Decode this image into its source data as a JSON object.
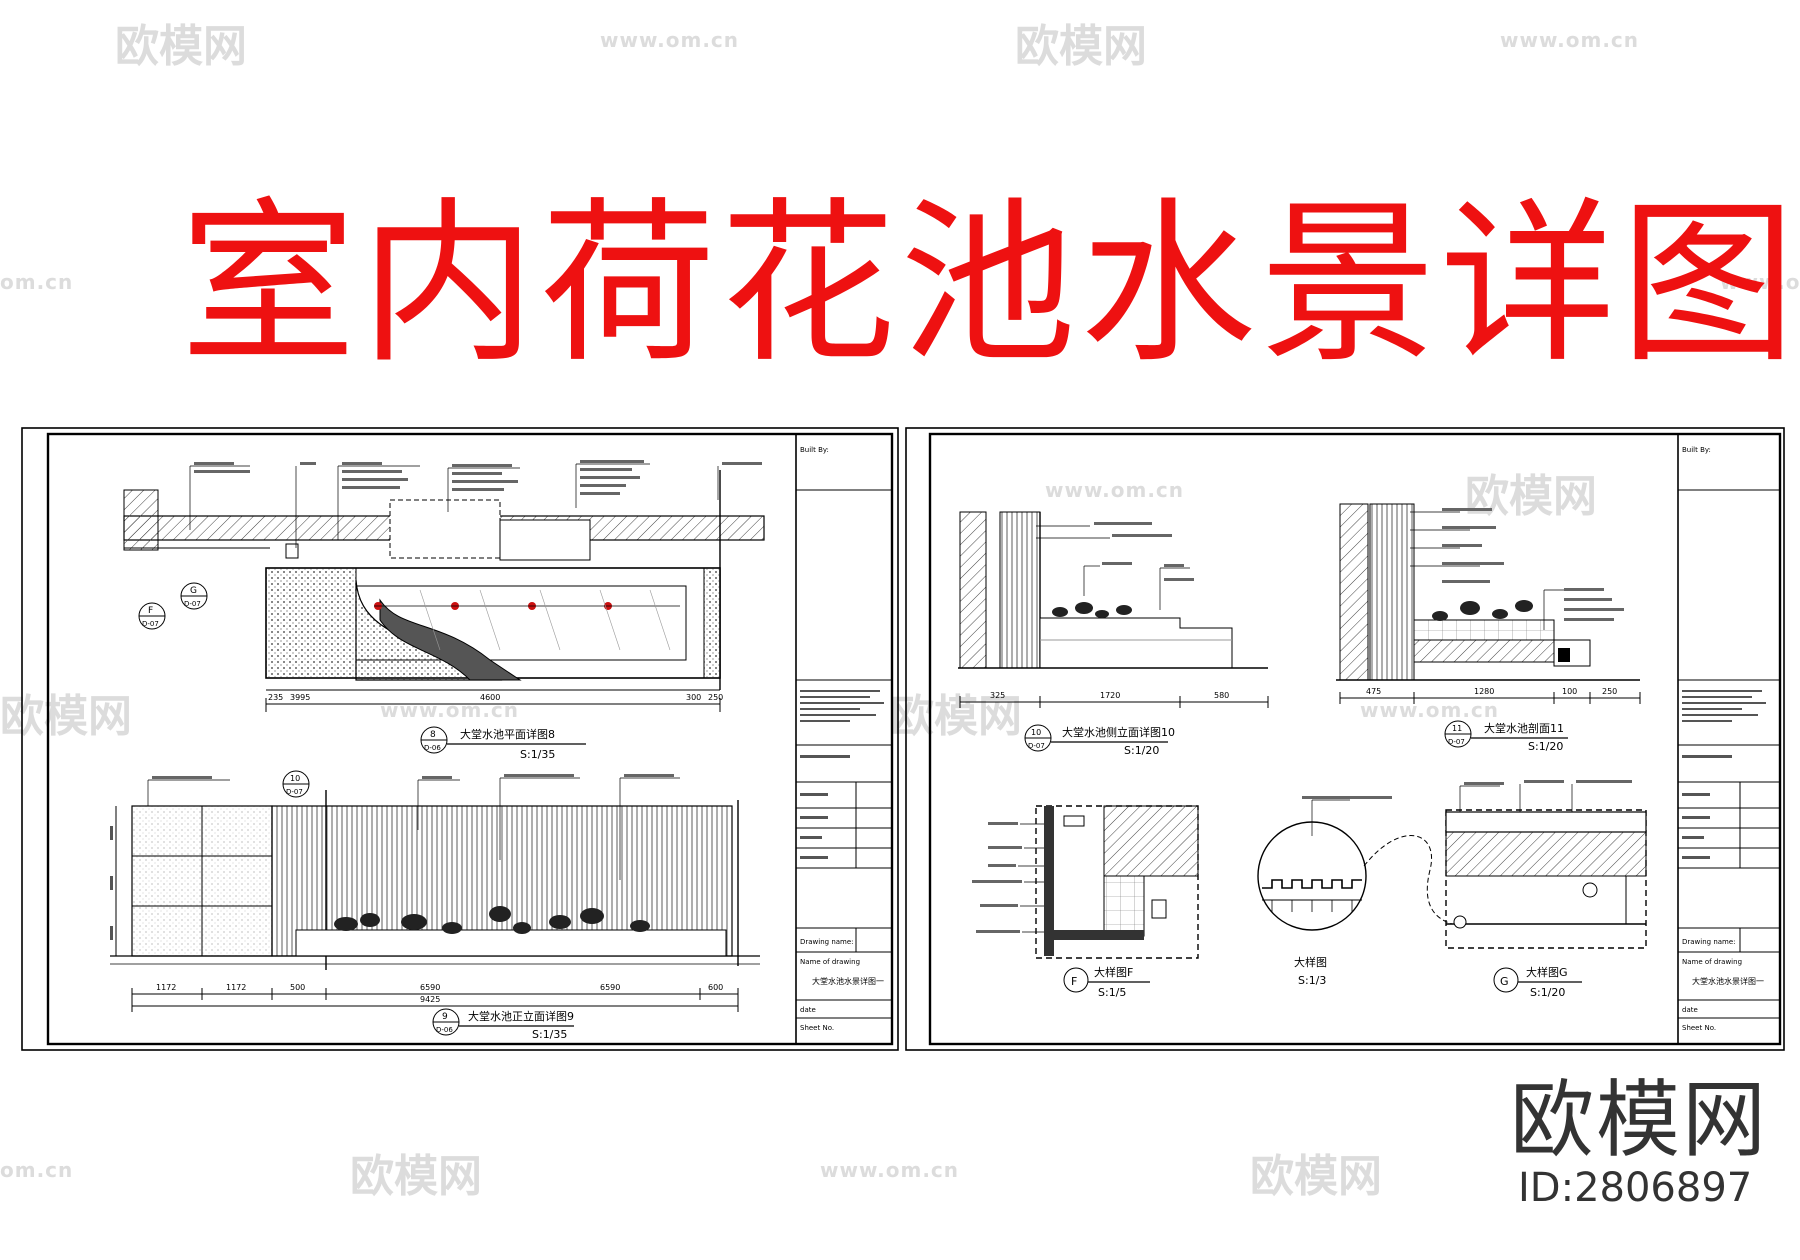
{
  "title": "室内荷花池水景详图",
  "brand": {
    "name": "欧模网",
    "id": "ID:2806897"
  },
  "watermark": {
    "logo": "欧模网",
    "url": "www.om.cn",
    "partial_url": "om.cn"
  },
  "colors": {
    "title": "#ee1111",
    "line": "#000000",
    "watermark": "#dcdcdc",
    "brand": "#333333"
  },
  "sheets": [
    {
      "titleblock": {
        "built_by_label": "Built By:",
        "drawing_name_label": "Drawing name:",
        "name_of_drawing_label": "Name of drawing",
        "drawing_name": "大堂水池水景详图一",
        "date_label": "date",
        "sheet_no_label": "Sheet No."
      },
      "views": [
        {
          "id": "plan",
          "ref_no": "8",
          "ref_sheet": "D-06",
          "title": "大堂水池平面详图8",
          "scale": "S:1/35"
        },
        {
          "id": "elevation",
          "ref_no": "9",
          "ref_sheet": "D-06",
          "title": "大堂水池正立面详图9",
          "scale": "S:1/35"
        }
      ],
      "dims_plan": [
        "235",
        "3995",
        "4600",
        "300",
        "250"
      ],
      "dims_elev": [
        "1172",
        "1172",
        "500",
        "6590",
        "6590",
        "600",
        "9425"
      ],
      "callouts": [
        {
          "label": "F",
          "sheet": "D-07"
        },
        {
          "label": "G",
          "sheet": "D-07"
        },
        {
          "label": "10",
          "sheet": "D-07"
        }
      ]
    },
    {
      "titleblock": {
        "built_by_label": "Built By:",
        "drawing_name_label": "Drawing name:",
        "name_of_drawing_label": "Name of drawing",
        "drawing_name": "大堂水池水景详图一",
        "date_label": "date",
        "sheet_no_label": "Sheet No."
      },
      "views": [
        {
          "id": "side-elevation",
          "ref_no": "10",
          "ref_sheet": "D-07",
          "title": "大堂水池侧立面详图10",
          "scale": "S:1/20"
        },
        {
          "id": "section",
          "ref_no": "11",
          "ref_sheet": "D-07",
          "title": "大堂水池剖面11",
          "scale": "S:1/20"
        },
        {
          "id": "detail-f",
          "ref_no": "F",
          "title": "大样图F",
          "scale": "S:1/5"
        },
        {
          "id": "detail-mid",
          "title": "大样图",
          "scale": "S:1/3"
        },
        {
          "id": "detail-g",
          "ref_no": "G",
          "title": "大样图G",
          "scale": "S:1/20"
        }
      ],
      "dims_side": [
        "325",
        "1720",
        "580"
      ],
      "dims_section": [
        "475",
        "1280",
        "100",
        "250"
      ]
    }
  ]
}
